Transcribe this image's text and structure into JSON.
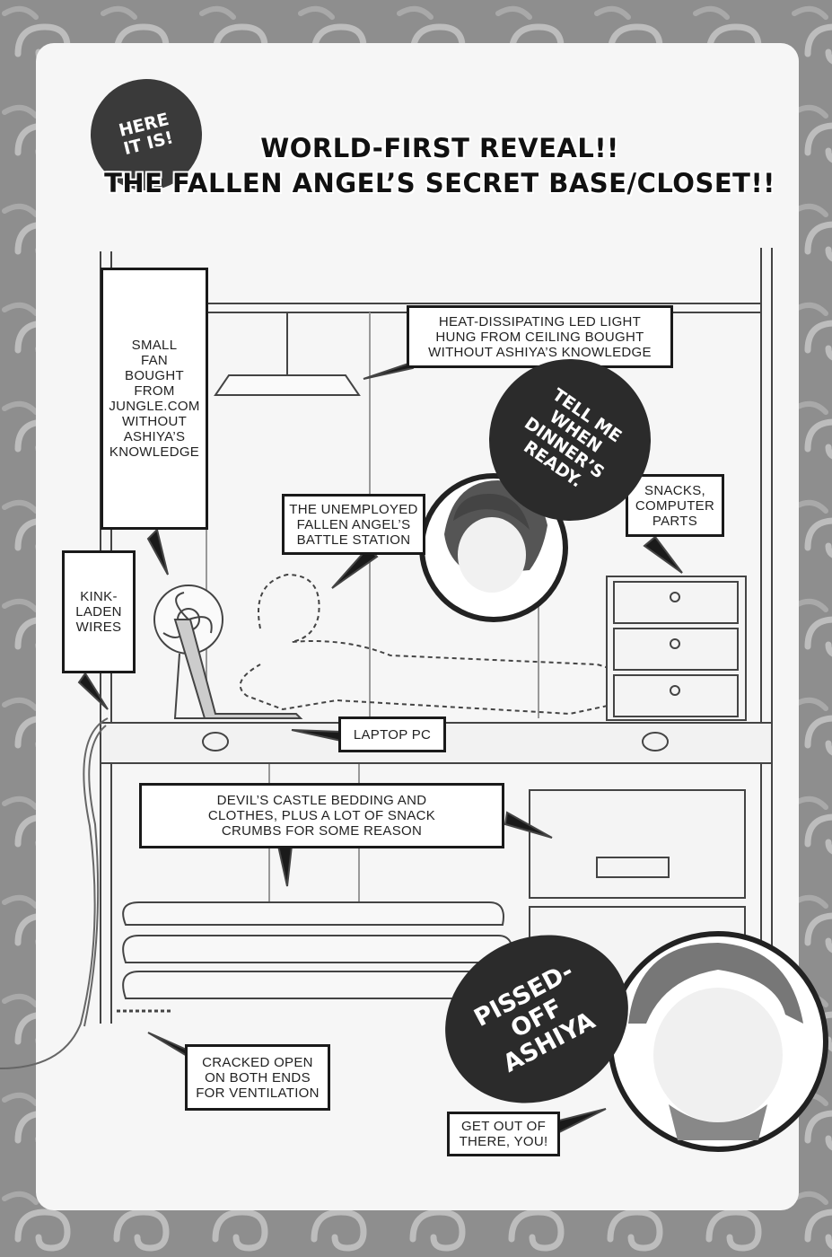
{
  "badge": {
    "text": "HERE\nIT IS!"
  },
  "title": {
    "line1": "WORLD-FIRST REVEAL!!",
    "line2": "THE FALLEN ANGEL’S SECRET BASE/CLOSET!!"
  },
  "labels": {
    "fan": "SMALL\nFAN\nBOUGHT\nFROM\nJUNGLE.COM\nWITHOUT\nASHIYA’S\nKNOWLEDGE",
    "light": "HEAT-DISSIPATING LED LIGHT\nHUNG FROM CEILING BOUGHT\nWITHOUT ASHIYA’S KNOWLEDGE",
    "wires": "KINK-\nLADEN\nWIRES",
    "battle_station": "THE UNEMPLOYED\nFALLEN ANGEL’S\nBATTLE STATION",
    "snacks": "SNACKS,\nCOMPUTER\nPARTS",
    "laptop": "LAPTOP PC",
    "bedding": "DEVIL’S CASTLE BEDDING AND\nCLOTHES, PLUS A LOT OF SNACK\nCRUMBS FOR SOME REASON",
    "ventilation": "CRACKED OPEN\nON BOTH ENDS\nFOR VENTILATION",
    "get_out": "GET OUT OF\nTHERE, YOU!"
  },
  "bubbles": {
    "dinner": "TELL ME\nWHEN\nDINNER’S\nREADY.",
    "ashiya": "PISSED-\nOFF\nASHIYA"
  },
  "colors": {
    "background": "#8e8e8e",
    "panel": "#f6f6f6",
    "ink": "#1a1a1a",
    "bubble": "#2b2b2b"
  }
}
